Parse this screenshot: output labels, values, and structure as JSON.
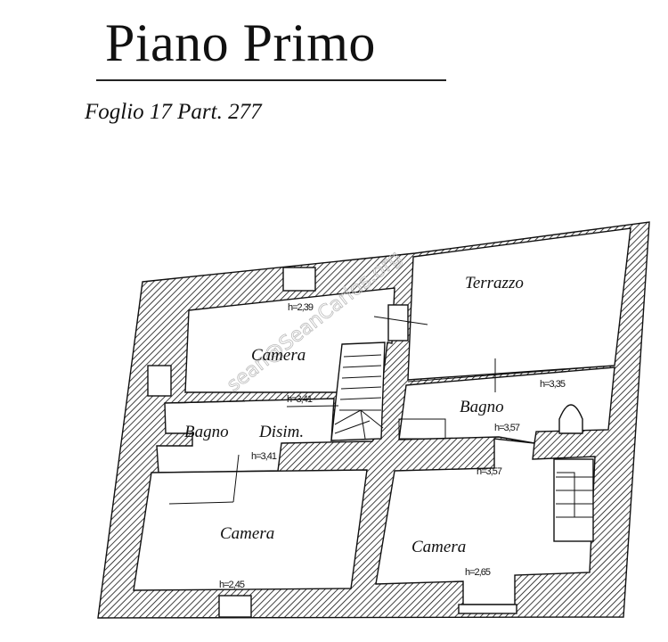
{
  "title": "Piano Primo",
  "subtitle": "Foglio 17 Part. 277",
  "watermark": "sean@SeanCarlos.org",
  "rooms": {
    "terrazzo": "Terrazzo",
    "camera_top": "Camera",
    "bagno_left": "Bagno",
    "disim": "Disim.",
    "bagno_right": "Bagno",
    "camera_bottom_left": "Camera",
    "camera_bottom_right": "Camera"
  },
  "heights": {
    "camera_top": "h=2,39",
    "disim": "h=3,41",
    "bagno_left": "h=3,41",
    "terrazzo_edge": "h=3,35",
    "bagno_right": "h=3,57",
    "passage": "h=3,57",
    "camera_bottom_left": "h=2,45",
    "camera_bottom_right": "h=2,65"
  }
}
